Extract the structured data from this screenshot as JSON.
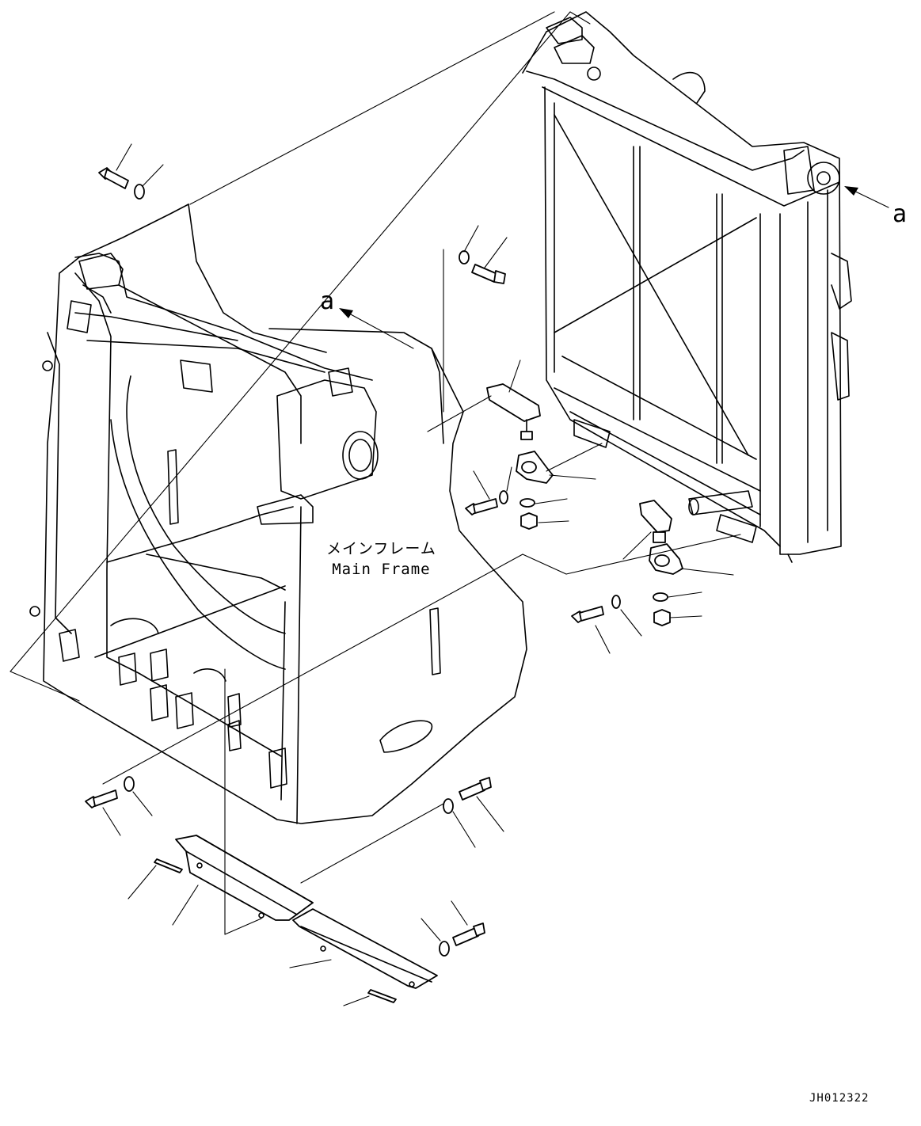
{
  "labels": {
    "main_frame_jp": "メインフレーム",
    "main_frame_en": "Main Frame",
    "view_marker_left": "a",
    "view_marker_right": "a",
    "drawing_id": "JH012322"
  },
  "colors": {
    "line": "#000000",
    "background": "#ffffff"
  }
}
